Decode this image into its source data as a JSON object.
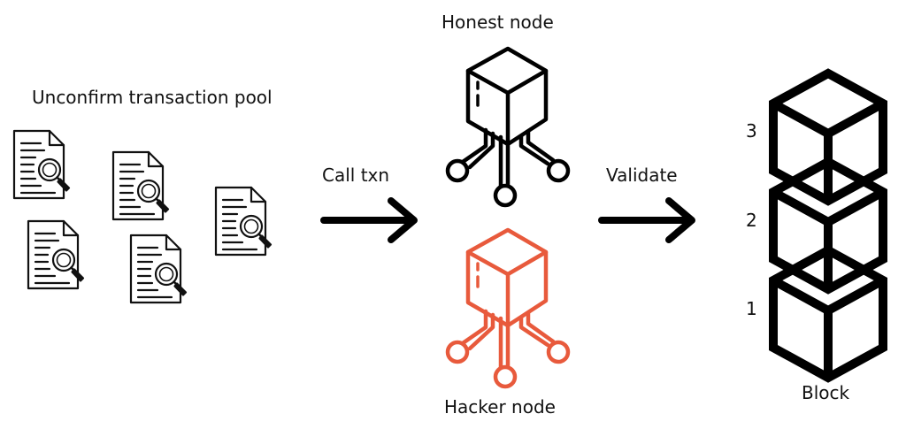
{
  "pool": {
    "title": "Unconfirm transaction pool"
  },
  "arrows": {
    "call": "Call txn",
    "validate": "Validate"
  },
  "nodes": {
    "honest": {
      "label": "Honest node",
      "color": "#000000"
    },
    "hacker": {
      "label": "Hacker node",
      "color": "#e85a3c"
    }
  },
  "chain": {
    "label": "Block",
    "numbers": [
      "3",
      "2",
      "1"
    ]
  }
}
